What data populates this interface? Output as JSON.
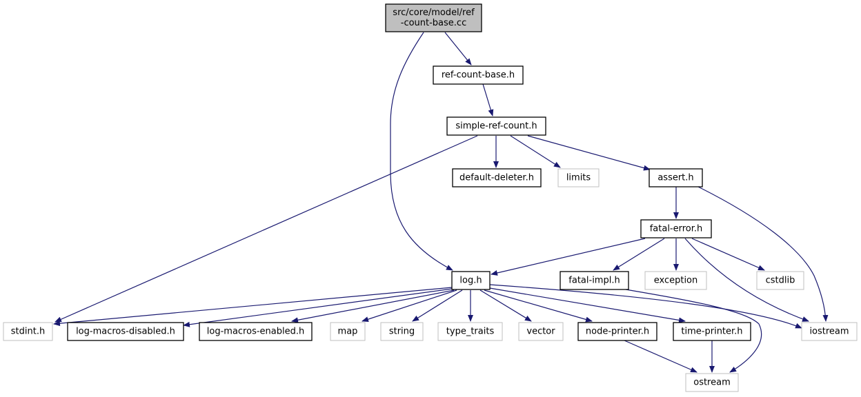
{
  "graph": {
    "colors": {
      "edge": "#191970",
      "root_fill": "#bfbfbf",
      "documented_border": "#000000",
      "external_border": "#bfbfbf",
      "node_fill": "#ffffff"
    },
    "nodes": [
      {
        "id": "root",
        "label": "src/core/model/ref\n-count-base.cc",
        "kind": "root"
      },
      {
        "id": "ref-count-base-h",
        "label": "ref-count-base.h",
        "kind": "documented"
      },
      {
        "id": "simple-ref-count-h",
        "label": "simple-ref-count.h",
        "kind": "documented"
      },
      {
        "id": "default-deleter-h",
        "label": "default-deleter.h",
        "kind": "documented"
      },
      {
        "id": "limits",
        "label": "limits",
        "kind": "external"
      },
      {
        "id": "assert-h",
        "label": "assert.h",
        "kind": "documented"
      },
      {
        "id": "fatal-error-h",
        "label": "fatal-error.h",
        "kind": "documented"
      },
      {
        "id": "log-h",
        "label": "log.h",
        "kind": "documented"
      },
      {
        "id": "fatal-impl-h",
        "label": "fatal-impl.h",
        "kind": "documented"
      },
      {
        "id": "exception",
        "label": "exception",
        "kind": "external"
      },
      {
        "id": "cstdlib",
        "label": "cstdlib",
        "kind": "external"
      },
      {
        "id": "stdint-h",
        "label": "stdint.h",
        "kind": "external"
      },
      {
        "id": "log-macros-disabled-h",
        "label": "log-macros-disabled.h",
        "kind": "documented"
      },
      {
        "id": "log-macros-enabled-h",
        "label": "log-macros-enabled.h",
        "kind": "documented"
      },
      {
        "id": "map",
        "label": "map",
        "kind": "external"
      },
      {
        "id": "string",
        "label": "string",
        "kind": "external"
      },
      {
        "id": "type-traits",
        "label": "type_traits",
        "kind": "external"
      },
      {
        "id": "vector",
        "label": "vector",
        "kind": "external"
      },
      {
        "id": "node-printer-h",
        "label": "node-printer.h",
        "kind": "documented"
      },
      {
        "id": "time-printer-h",
        "label": "time-printer.h",
        "kind": "documented"
      },
      {
        "id": "iostream",
        "label": "iostream",
        "kind": "external"
      },
      {
        "id": "ostream",
        "label": "ostream",
        "kind": "external"
      }
    ],
    "edges": [
      [
        "root",
        "ref-count-base-h"
      ],
      [
        "root",
        "log-h"
      ],
      [
        "ref-count-base-h",
        "simple-ref-count-h"
      ],
      [
        "simple-ref-count-h",
        "default-deleter-h"
      ],
      [
        "simple-ref-count-h",
        "limits"
      ],
      [
        "simple-ref-count-h",
        "assert-h"
      ],
      [
        "simple-ref-count-h",
        "stdint-h"
      ],
      [
        "assert-h",
        "fatal-error-h"
      ],
      [
        "assert-h",
        "iostream"
      ],
      [
        "fatal-error-h",
        "log-h"
      ],
      [
        "fatal-error-h",
        "fatal-impl-h"
      ],
      [
        "fatal-error-h",
        "exception"
      ],
      [
        "fatal-error-h",
        "cstdlib"
      ],
      [
        "fatal-error-h",
        "iostream"
      ],
      [
        "fatal-impl-h",
        "ostream"
      ],
      [
        "log-h",
        "stdint-h"
      ],
      [
        "log-h",
        "log-macros-disabled-h"
      ],
      [
        "log-h",
        "log-macros-enabled-h"
      ],
      [
        "log-h",
        "map"
      ],
      [
        "log-h",
        "string"
      ],
      [
        "log-h",
        "type-traits"
      ],
      [
        "log-h",
        "vector"
      ],
      [
        "log-h",
        "node-printer-h"
      ],
      [
        "log-h",
        "time-printer-h"
      ],
      [
        "log-h",
        "iostream"
      ],
      [
        "node-printer-h",
        "ostream"
      ],
      [
        "time-printer-h",
        "ostream"
      ]
    ]
  }
}
